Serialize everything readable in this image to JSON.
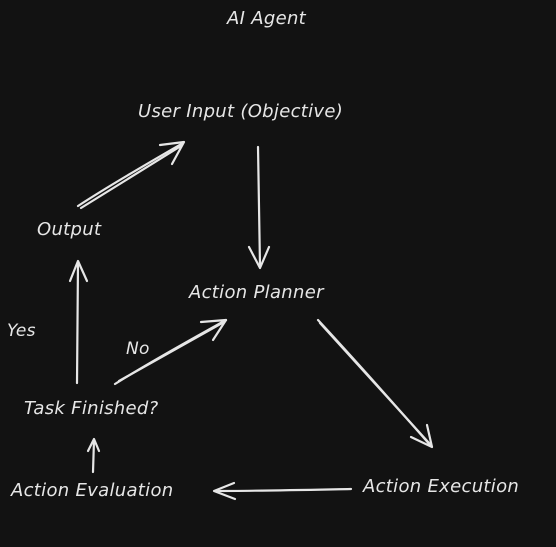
{
  "title": "AI Agent",
  "nodes": {
    "user_input": "User Input (Objective)",
    "action_planner": "Action Planner",
    "action_execution": "Action Execution",
    "action_evaluation": "Action Evaluation",
    "task_finished": "Task Finished?",
    "output": "Output"
  },
  "edge_labels": {
    "yes": "Yes",
    "no": "No"
  },
  "colors": {
    "background": "#121212",
    "foreground": "#e6e6e6"
  }
}
